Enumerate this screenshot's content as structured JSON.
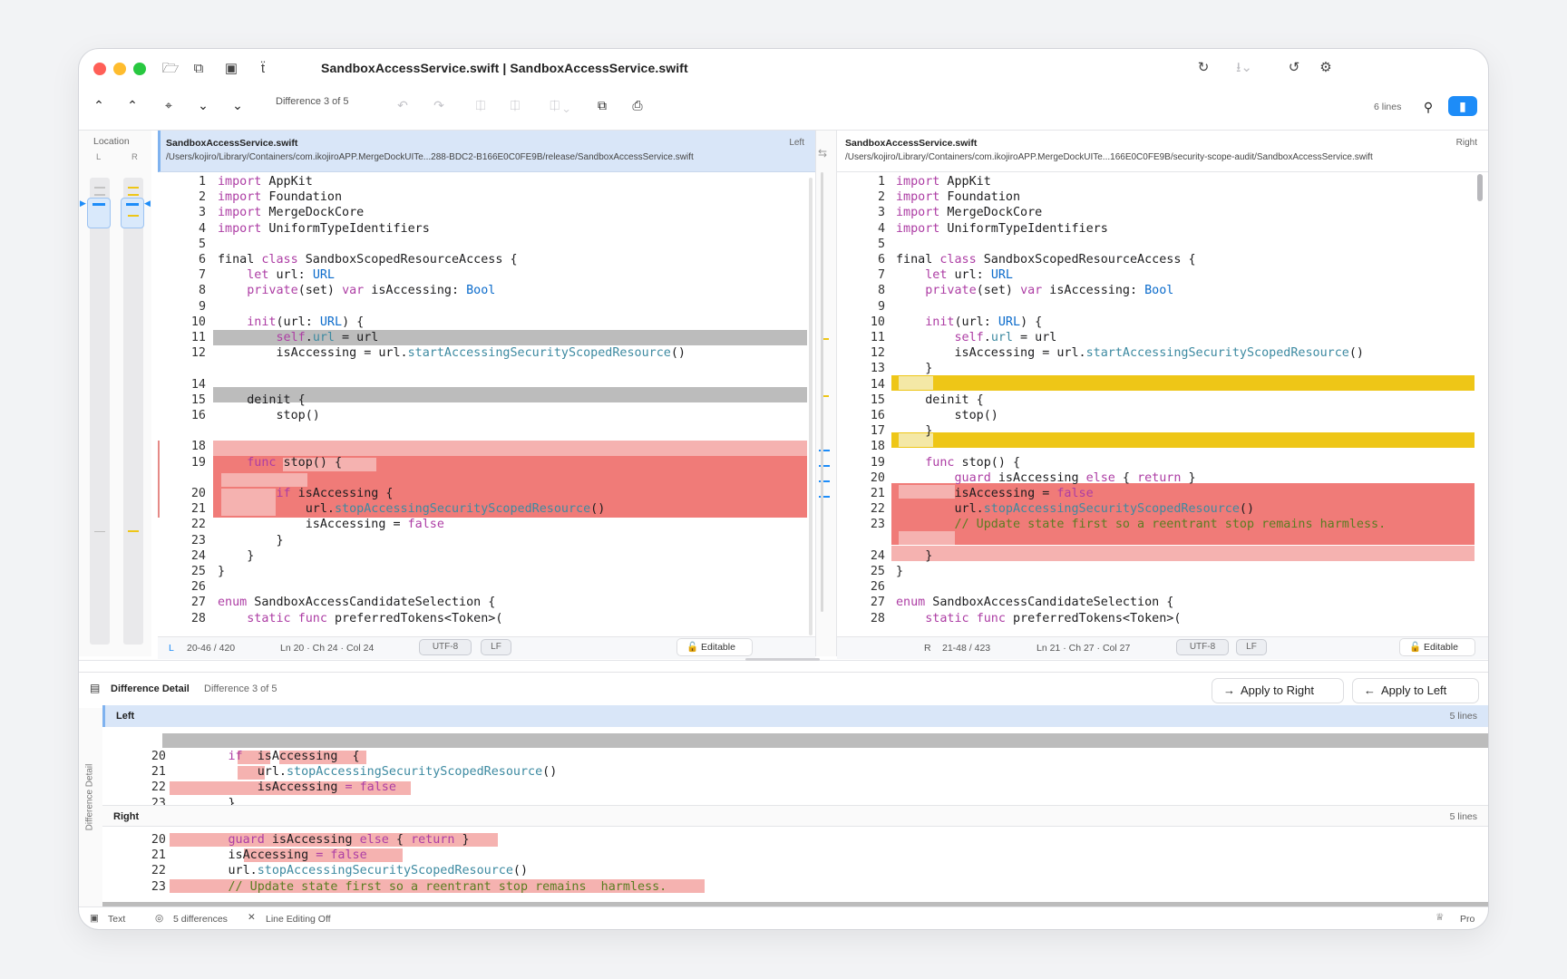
{
  "window": {
    "title": "SandboxAccessService.swift | SandboxAccessService.swift"
  },
  "toolbar": {
    "difference_label": "Difference 3 of 5",
    "lines_label": "6 lines"
  },
  "location": {
    "label": "Location",
    "left_label": "L",
    "right_label": "R"
  },
  "left_pane": {
    "file_name": "SandboxAccessService.swift",
    "path": "/Users/kojiro/Library/Containers/com.ikojiroAPP.MergeDockUITe...288-BDC2-B166E0C0FE9B/release/SandboxAccessService.swift",
    "side": "Left",
    "status_side": "L",
    "status_range": "20-46 / 420",
    "status_position": "Ln 20 · Ch 24 · Col 24",
    "encoding": "UTF-8",
    "line_ending": "LF",
    "editable": "Editable",
    "line_numbers": [
      "1",
      "2",
      "3",
      "4",
      "5",
      "6",
      "7",
      "8",
      "9",
      "10",
      "11",
      "12",
      "",
      "14",
      "15",
      "16",
      "",
      "18",
      "19",
      "",
      "20",
      "21",
      "22",
      "23",
      "24",
      "25",
      "26",
      "27",
      "28"
    ]
  },
  "right_pane": {
    "file_name": "SandboxAccessService.swift",
    "path": "/Users/kojiro/Library/Containers/com.ikojiroAPP.MergeDockUITe...166E0C0FE9B/security-scope-audit/SandboxAccessService.swift",
    "side": "Right",
    "status_side": "R",
    "status_range": "21-48 / 423",
    "status_position": "Ln 21 · Ch 27 · Col 27",
    "encoding": "UTF-8",
    "line_ending": "LF",
    "editable": "Editable",
    "line_numbers": [
      "1",
      "2",
      "3",
      "4",
      "5",
      "6",
      "7",
      "8",
      "9",
      "10",
      "11",
      "12",
      "13",
      "14",
      "15",
      "16",
      "17",
      "18",
      "19",
      "20",
      "21",
      "22",
      "23",
      "",
      "24",
      "25",
      "26",
      "27",
      "28"
    ]
  },
  "detail": {
    "title": "Difference Detail",
    "subtitle": "Difference 3 of 5",
    "apply_right": "Apply to Right",
    "apply_left": "Apply to Left",
    "vertical_label": "Difference Detail",
    "left_label": "Left",
    "left_lines": "5 lines",
    "right_label": "Right",
    "right_lines": "5 lines",
    "left_line_numbers": [
      "20",
      "21",
      "22",
      "23"
    ],
    "right_line_numbers": [
      "20",
      "21",
      "22",
      "23"
    ]
  },
  "footer": {
    "mode": "Text",
    "differences": "5 differences",
    "line_editing": "Line Editing Off",
    "pro": "Pro"
  },
  "colors": {
    "deleted": "#f07b78",
    "deleted_light": "#f5b2b0",
    "changed": "#eec617",
    "placeholder": "#bcbcbc",
    "selected_header": "#d9e6f8",
    "accent": "#1d8cf8"
  },
  "icons": [
    "folder-icon",
    "new-window-icon",
    "layout-icon",
    "person-icon",
    "refresh-icon",
    "download-icon",
    "history-icon",
    "gear-icon",
    "search-icon",
    "sidebar-icon",
    "undo-icon",
    "redo-icon",
    "copy-icon",
    "lock-icon",
    "arrow-right-icon",
    "arrow-left-icon",
    "crown-icon"
  ]
}
